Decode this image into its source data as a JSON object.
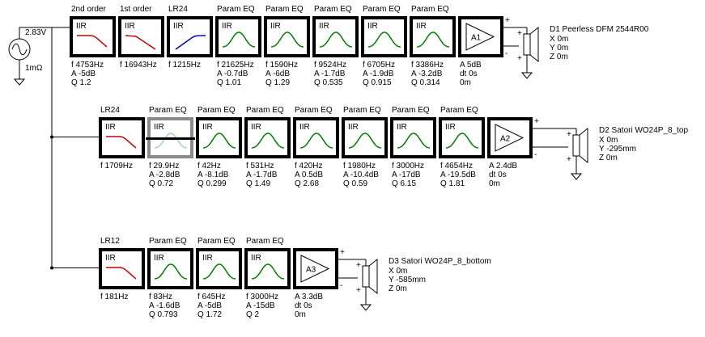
{
  "source": {
    "voltage": "2.83V",
    "impedance": "1mΩ"
  },
  "colors": {
    "hp": "#cc0000",
    "lp": "#0000cc",
    "peq": "#008000",
    "peq_bypassed": "#a0d8a0"
  },
  "rows": [
    {
      "id": "row1",
      "blocks": [
        {
          "kind": "filter",
          "title": "2nd order",
          "label": "IIR",
          "icon": "hp-curve-icon",
          "params": [
            "f  4753Hz",
            "A  -5dB",
            "Q  1.2"
          ]
        },
        {
          "kind": "filter",
          "title": "1st order",
          "label": "IIR",
          "icon": "hp-slope-icon",
          "params": [
            "f   16943Hz"
          ]
        },
        {
          "kind": "filter",
          "title": "LR24",
          "label": "IIR",
          "icon": "lp-curve-icon",
          "params": [
            "f   1215Hz"
          ]
        },
        {
          "kind": "filter",
          "title": "Param EQ",
          "label": "IIR",
          "icon": "peq-bell-icon",
          "params": [
            "f   21625Hz",
            "A   -0.7dB",
            "Q   1.01"
          ]
        },
        {
          "kind": "filter",
          "title": "Param EQ",
          "label": "IIR",
          "icon": "peq-bell-icon",
          "params": [
            "f   1590Hz",
            "A   -6dB",
            "Q   1.29"
          ]
        },
        {
          "kind": "filter",
          "title": "Param EQ",
          "label": "IIR",
          "icon": "peq-bell-icon",
          "params": [
            "f   9524Hz",
            "A   -1.7dB",
            "Q   0.535"
          ]
        },
        {
          "kind": "filter",
          "title": "Param EQ",
          "label": "IIR",
          "icon": "peq-bell-icon",
          "params": [
            "f   6705Hz",
            "A   -1.9dB",
            "Q   0.915"
          ]
        },
        {
          "kind": "filter",
          "title": "Param EQ",
          "label": "IIR",
          "icon": "peq-bell-icon",
          "params": [
            "f   3386Hz",
            "A   -3.2dB",
            "Q   0.314"
          ]
        },
        {
          "kind": "amp",
          "label": "A1",
          "params": [
            "A  5dB",
            "dt 0s",
            "       0m"
          ]
        }
      ],
      "driver": {
        "name": "D1 Peerless DFM 2544R00",
        "color": "#cc0000",
        "coords": [
          "X 0m",
          "Y 0m",
          "Z 0m"
        ]
      }
    },
    {
      "id": "row2",
      "blocks": [
        {
          "kind": "filter",
          "title": "LR24",
          "label": "IIR",
          "icon": "hp-curve-icon",
          "params": [
            "f    1709Hz"
          ]
        },
        {
          "kind": "filter",
          "title": "Param EQ",
          "label": "IIR",
          "icon": "peq-bypassed-icon",
          "bypassed": true,
          "params": [
            "f   29.9Hz",
            "A   -2.8dB",
            "Q   0.72"
          ]
        },
        {
          "kind": "filter",
          "title": "Param EQ",
          "label": "IIR",
          "icon": "peq-bell-icon",
          "params": [
            "f   42Hz",
            "A   -8.1dB",
            "Q   0.299"
          ]
        },
        {
          "kind": "filter",
          "title": "Param EQ",
          "label": "IIR",
          "icon": "peq-bell-icon",
          "params": [
            "f   531Hz",
            "A   -1.7dB",
            "Q   1.49"
          ]
        },
        {
          "kind": "filter",
          "title": "Param EQ",
          "label": "IIR",
          "icon": "peq-bell-icon",
          "params": [
            "f   420Hz",
            "A   0.5dB",
            "Q   2.68"
          ]
        },
        {
          "kind": "filter",
          "title": "Param EQ",
          "label": "IIR",
          "icon": "peq-bell-icon",
          "params": [
            "f   1980Hz",
            "A   -10.4dB",
            "Q   0.59"
          ]
        },
        {
          "kind": "filter",
          "title": "Param EQ",
          "label": "IIR",
          "icon": "peq-bell-icon",
          "params": [
            "f   3000Hz",
            "A   -17dB",
            "Q   6.15"
          ]
        },
        {
          "kind": "filter",
          "title": "Param EQ",
          "label": "IIR",
          "icon": "peq-bell-icon",
          "params": [
            "f   4654Hz",
            "A   -19.5dB",
            "Q   1.81"
          ]
        },
        {
          "kind": "amp",
          "label": "A2",
          "params": [
            "A  2.4dB",
            "dt 0s",
            "       0m"
          ]
        }
      ],
      "driver": {
        "name": "D2 Satori WO24P_8_top",
        "color": "#008000",
        "coords": [
          "X 0m",
          "Y -295mm",
          "Z 0m"
        ]
      }
    },
    {
      "id": "row3",
      "blocks": [
        {
          "kind": "filter",
          "title": "LR12",
          "label": "IIR",
          "icon": "hp-curve-icon",
          "params": [
            "f    181Hz"
          ]
        },
        {
          "kind": "filter",
          "title": "Param EQ",
          "label": "IIR",
          "icon": "peq-bell-icon",
          "params": [
            "f   83Hz",
            "A   -1.6dB",
            "Q   0.793"
          ]
        },
        {
          "kind": "filter",
          "title": "Param EQ",
          "label": "IIR",
          "icon": "peq-bell-icon",
          "params": [
            "f   645Hz",
            "A   -5dB",
            "Q   1.72"
          ]
        },
        {
          "kind": "filter",
          "title": "Param EQ",
          "label": "IIR",
          "icon": "peq-bell-icon",
          "params": [
            "f   3000Hz",
            "A   -15dB",
            "Q   2"
          ]
        },
        {
          "kind": "amp",
          "label": "A3",
          "params": [
            "A  3.3dB",
            "dt 0s",
            "       0m"
          ]
        }
      ],
      "driver": {
        "name": "D3 Satori WO24P_8_bottom",
        "color": "#0000cc",
        "coords": [
          "X 0m",
          "Y -585mm",
          "Z 0m"
        ]
      }
    }
  ]
}
